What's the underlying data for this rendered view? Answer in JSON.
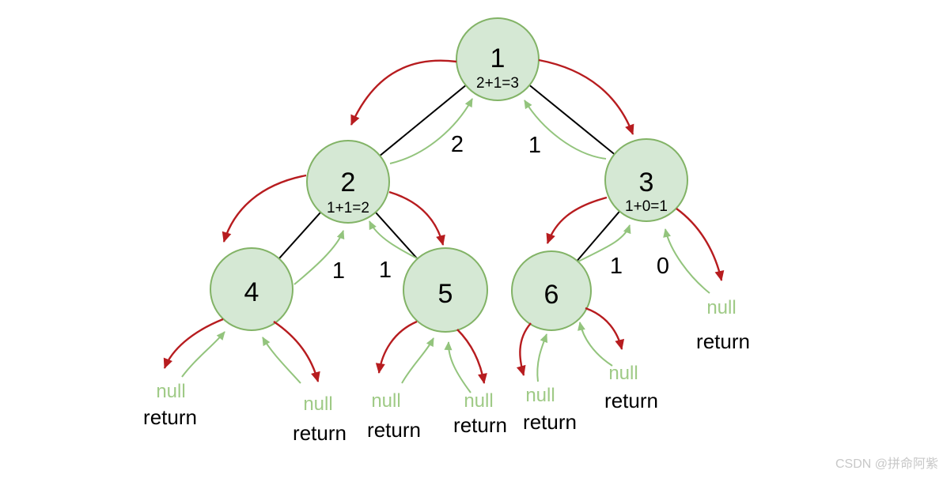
{
  "diagram": {
    "description": "binary-tree-recursion-depth-trace",
    "watermark": "CSDN @拼命阿紫",
    "colors": {
      "node_fill": "#d5e8d4",
      "node_stroke": "#82b366",
      "edge_black": "#000000",
      "call_red": "#b71c1f",
      "return_green": "#93c47d",
      "null_green": "#9fca86",
      "text_black": "#000000",
      "watermark_gray": "#c8c8c8"
    },
    "nodes": [
      {
        "label": "1",
        "sublabel": "2+1=3"
      },
      {
        "label": "2",
        "sublabel": "1+1=2"
      },
      {
        "label": "3",
        "sublabel": "1+0=1"
      },
      {
        "label": "4"
      },
      {
        "label": "5"
      },
      {
        "label": "6"
      }
    ],
    "return_labels": {
      "n2_to_n1": "2",
      "n3_to_n1": "1",
      "n4_to_n2": "1",
      "n5_to_n2": "1",
      "n6_to_n3": "1",
      "null_to_n3": "0"
    },
    "null_leaves": [
      {
        "parent": "4",
        "side": "left",
        "null_text": "null",
        "return_text": "return"
      },
      {
        "parent": "4",
        "side": "right",
        "null_text": "null",
        "return_text": "return"
      },
      {
        "parent": "5",
        "side": "left",
        "null_text": "null",
        "return_text": "return"
      },
      {
        "parent": "5",
        "side": "right",
        "null_text": "null",
        "return_text": "return"
      },
      {
        "parent": "6",
        "side": "left",
        "null_text": "null",
        "return_text": "return"
      },
      {
        "parent": "6",
        "side": "right",
        "null_text": "null",
        "return_text": "return"
      },
      {
        "parent": "3",
        "side": "right",
        "null_text": "null",
        "return_text": "return"
      }
    ]
  }
}
